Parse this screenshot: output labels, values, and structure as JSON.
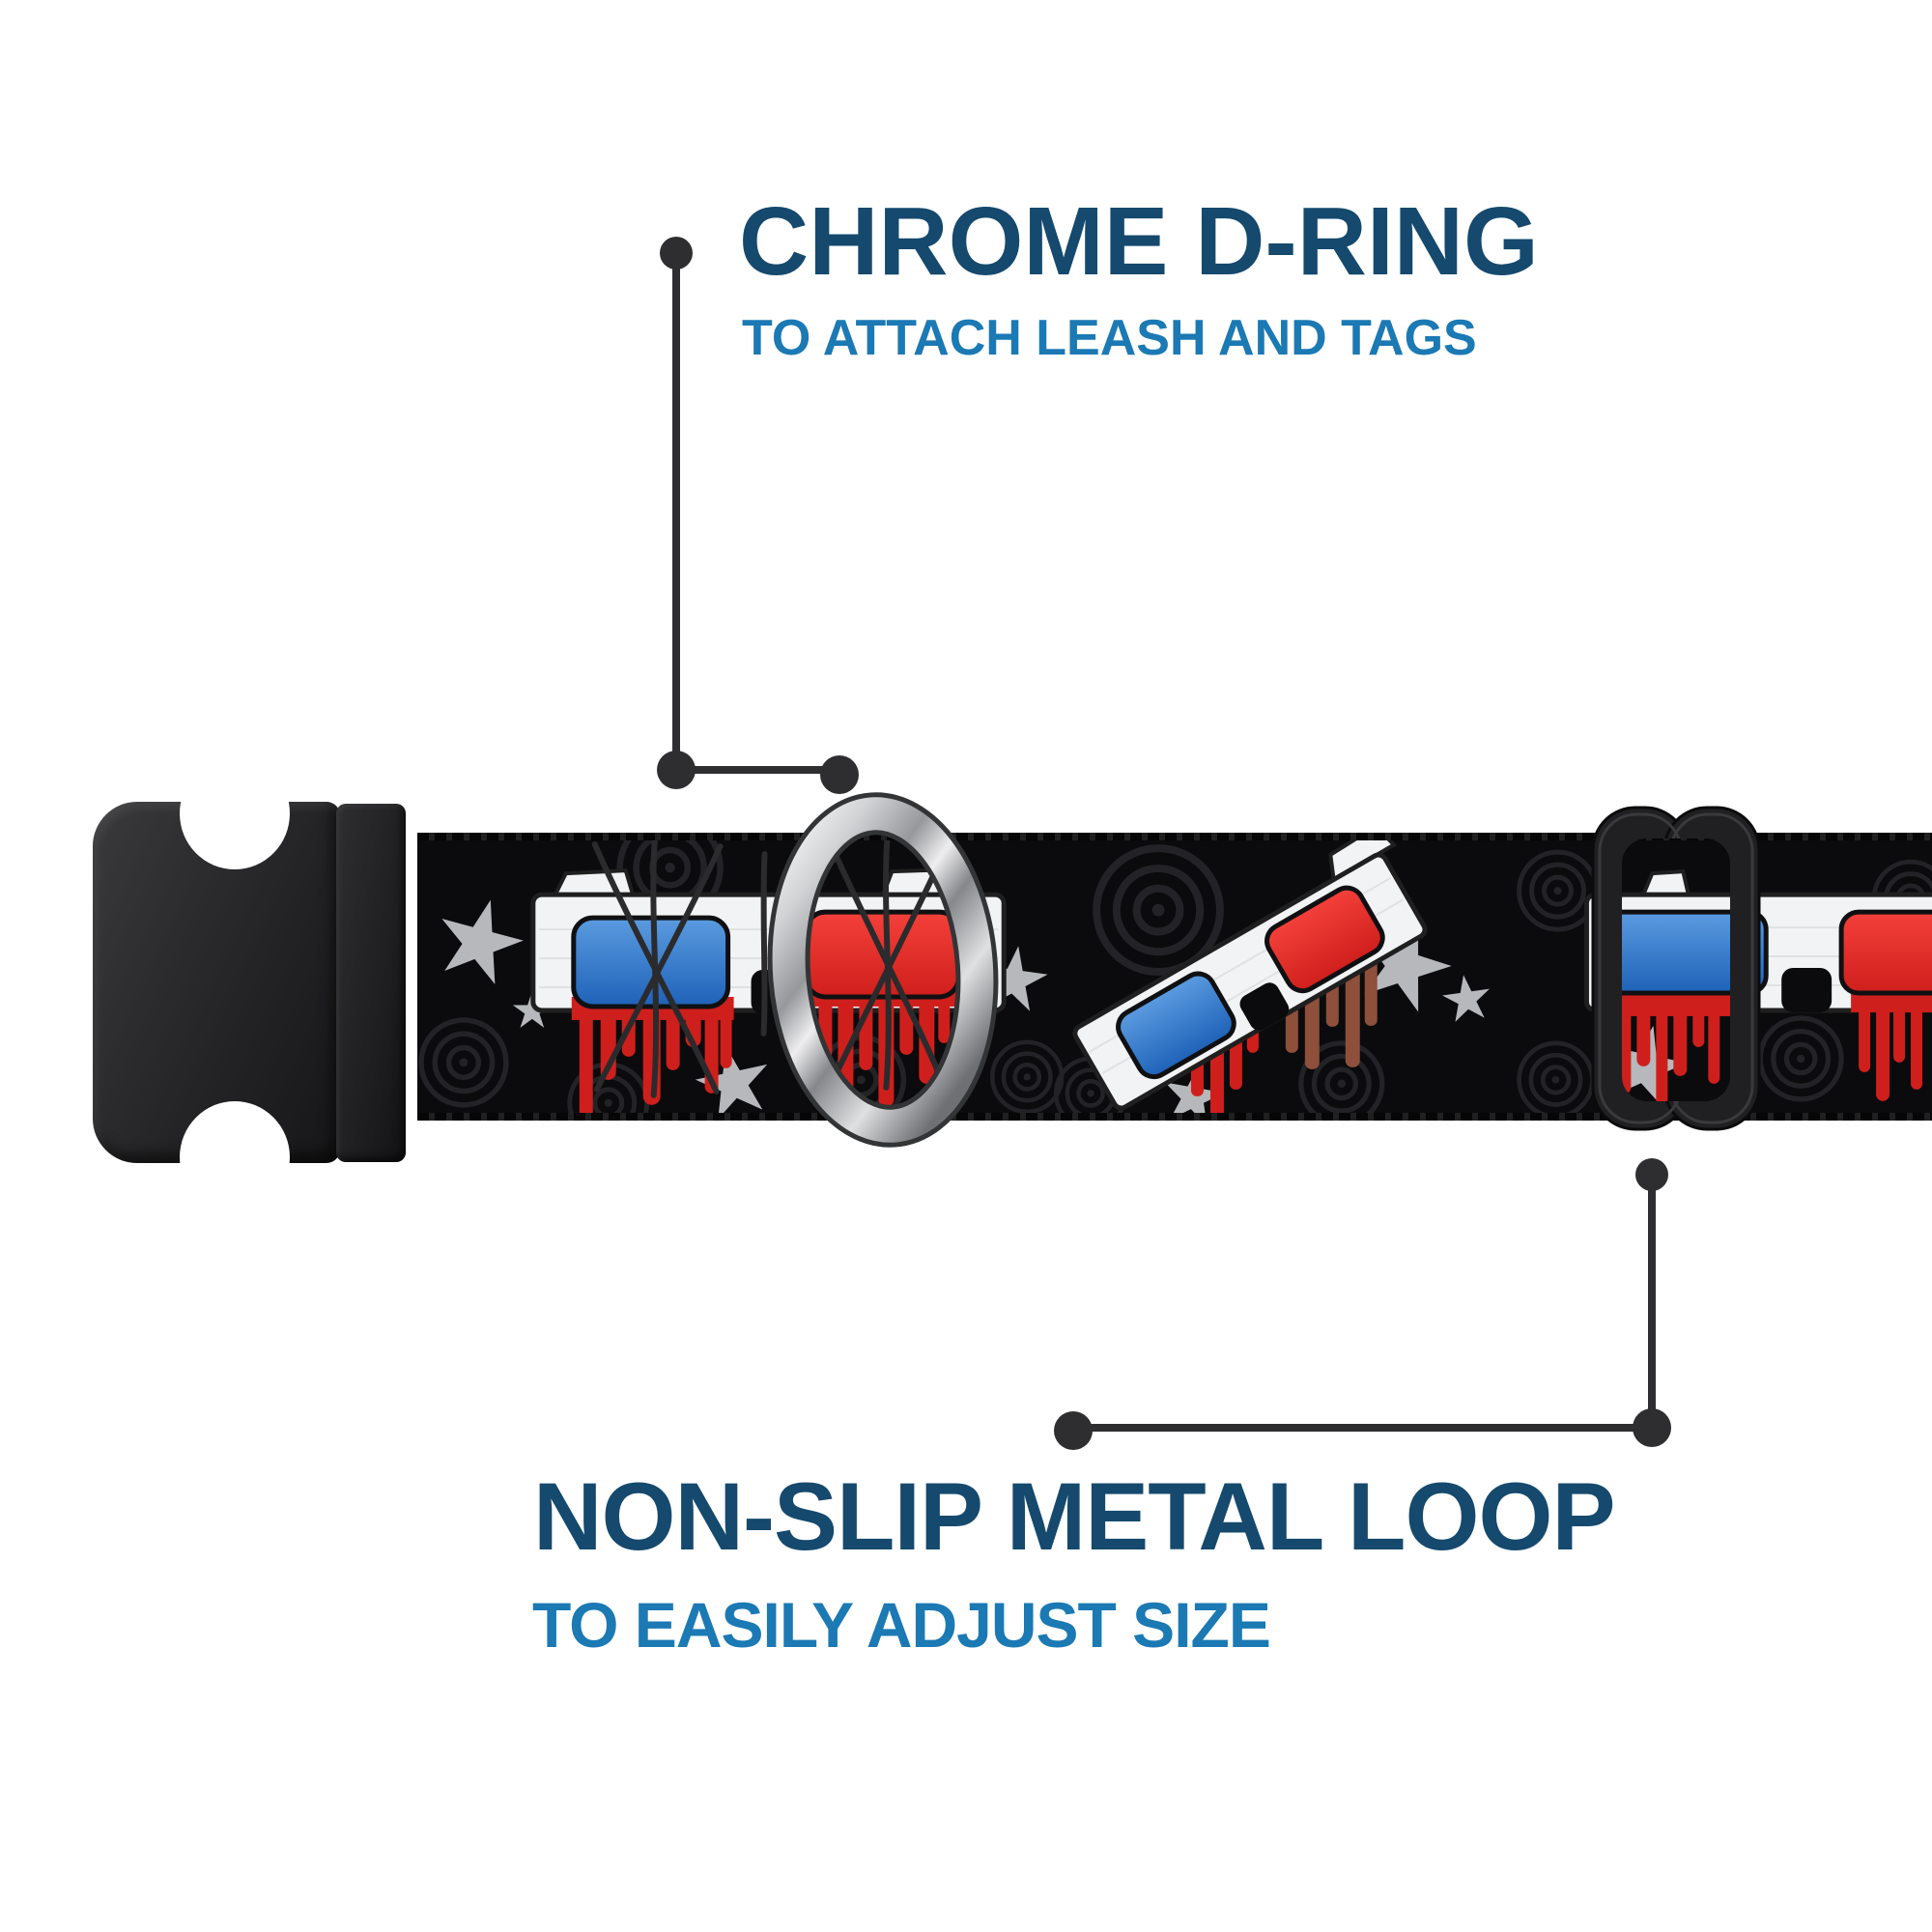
{
  "annotations": {
    "top": {
      "title": "CHROME D-RING",
      "subtitle": "TO ATTACH LEASH AND TAGS"
    },
    "bottom": {
      "title": "NON-SLIP METAL LOOP",
      "subtitle": "TO EASILY ADJUST SIZE"
    }
  },
  "colors": {
    "background": "#ffffff",
    "title_navy": "#15496d",
    "subtitle_blue": "#1b79b4",
    "callout_line": "#2e2e30",
    "strap_black": "#0b0b0d",
    "buckle_black": "#2a2a2c",
    "slider_black": "#202022",
    "chrome_silver": "#d9dadc",
    "glasses_frame_white": "#f2f3f4",
    "lens_blue": "#2f72c4",
    "lens_red": "#e8302b",
    "drip_red": "#cf1f1c",
    "drip_brown": "#8e4f3b",
    "star_gray": "#b6b8bb",
    "spiral_gray": "#232327"
  }
}
